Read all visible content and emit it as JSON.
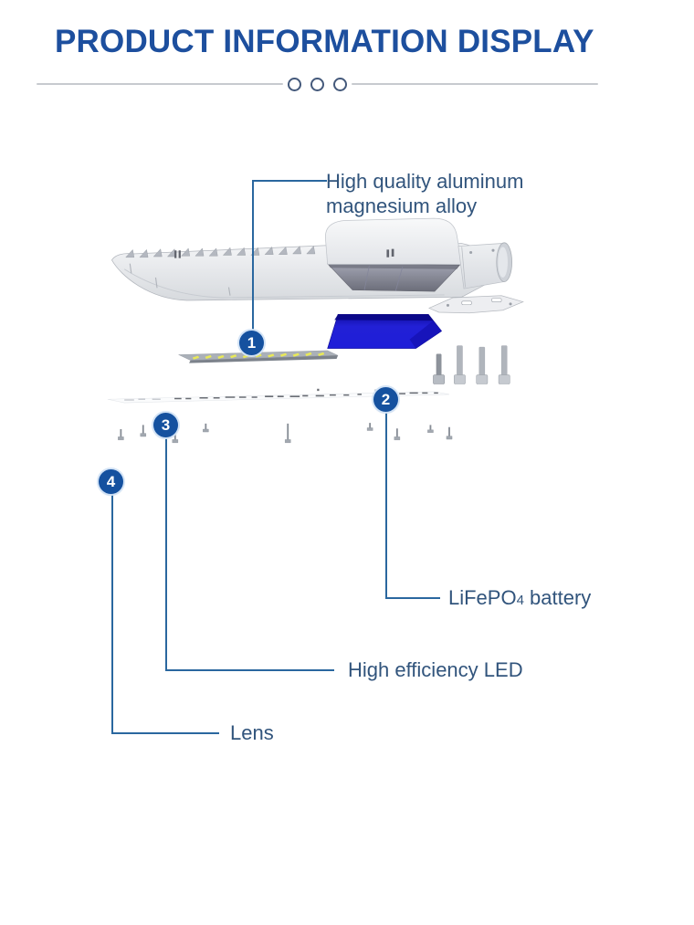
{
  "header": {
    "title": "PRODUCT INFORMATION DISPLAY"
  },
  "divider": {
    "style": "line-with-three-circles"
  },
  "callouts": [
    {
      "number": "1",
      "label": "High quality aluminum magnesium alloy"
    },
    {
      "number": "2",
      "label_pre": "LiFePO",
      "label_sub": "4",
      "label_post": " battery"
    },
    {
      "number": "3",
      "label": "High efficiency LED"
    },
    {
      "number": "4",
      "label": "Lens"
    }
  ],
  "colors": {
    "title_blue": "#1d4f9e",
    "label_text": "#31547c",
    "leader_line": "#2a679f",
    "badge_bg": "#15519f",
    "badge_text": "#ffffff",
    "battery_blue": "#2121d9",
    "battery_top_blue": "#0b0886",
    "led_chip_yellow": "#e9e957",
    "housing_gray": "#e9ebee",
    "divider_gray": "#c7cacf"
  }
}
